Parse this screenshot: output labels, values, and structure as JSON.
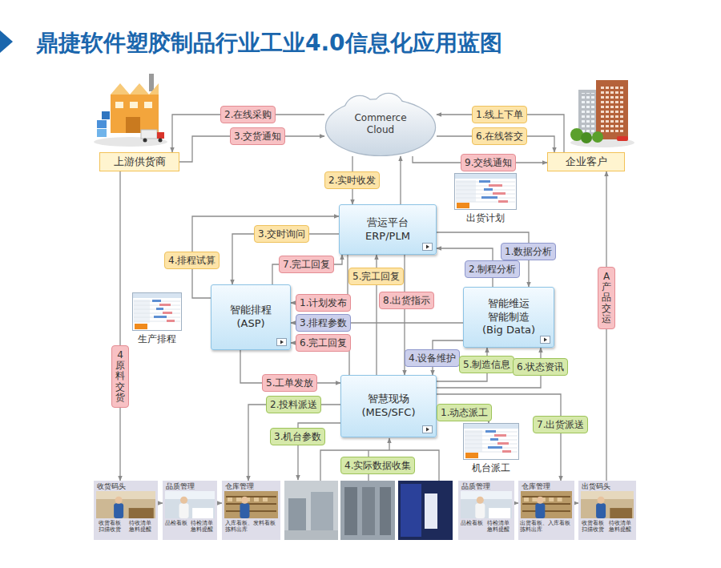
{
  "diagram": {
    "title": "鼎捷软件塑胶制品行业工业4.0信息化应用蓝图",
    "nodes": [
      {
        "text": [
          "上游供货商"
        ]
      },
      {
        "text": [
          "Commerce Cloud"
        ]
      },
      {
        "text": [
          "企业客户"
        ]
      },
      {
        "text": [
          "营运平台 ERP/PLM"
        ]
      },
      {
        "text": [
          "出货计划"
        ]
      },
      {
        "text": [
          "智能排程 (ASP)"
        ]
      },
      {
        "text": [
          "生产排程"
        ]
      },
      {
        "text": [
          "智能维运 智能制造 (Big Data)"
        ]
      },
      {
        "text": [
          "智慧现场 (MES/SFC)"
        ]
      },
      {
        "text": [
          "机台派工"
        ]
      },
      {
        "text": [
          "收货码头",
          "收货看板 扫描收货",
          "待收清单 急料提醒"
        ]
      },
      {
        "text": [
          "品质管理",
          "品检看板",
          "待检清单 急料提醒"
        ]
      },
      {
        "text": [
          "仓库管理",
          "入库看板、发料看板 拣料出库"
        ]
      },
      {
        "text": [
          "品质管理",
          "品检看板",
          "待检清单 急料提醒"
        ]
      },
      {
        "text": [
          "仓库管理",
          "出货看板、入库看板 拣料出库"
        ]
      },
      {
        "text": [
          "出货码头",
          "收货看板 扫描收货",
          "待收清单 急料提醒"
        ]
      }
    ],
    "edges": [
      {
        "from": 2,
        "to": 1,
        "arrow": "to",
        "label": "1.线上下单"
      },
      {
        "from": 1,
        "to": 0,
        "arrow": "to",
        "label": "2.在线采购"
      },
      {
        "from": 0,
        "to": 1,
        "arrow": "to",
        "label": "3.交货通知"
      },
      {
        "from": 1,
        "to": 2,
        "arrow": "to",
        "label": "6.在线答交"
      },
      {
        "from": 1,
        "to": 2,
        "arrow": "to",
        "label": "9.交线通知"
      },
      {
        "from": 1,
        "to": 3,
        "arrow": "to",
        "label": "2.实时收发"
      },
      {
        "from": 3,
        "to": 1,
        "arrow": "to"
      },
      {
        "from": 3,
        "to": 5,
        "arrow": "to",
        "label": "3.交时询问"
      },
      {
        "from": 5,
        "to": 3,
        "arrow": "to",
        "label": "4.排程试算"
      },
      {
        "from": 5,
        "to": 3,
        "arrow": "to",
        "label": "7.完工回复"
      },
      {
        "from": 8,
        "to": 3,
        "arrow": "to",
        "label": "5.完工回复"
      },
      {
        "from": 3,
        "to": 8,
        "arrow": "to",
        "label": "8.出货指示"
      },
      {
        "from": 3,
        "to": 5,
        "arrow": "to",
        "label": "1.计划发布"
      },
      {
        "from": 7,
        "to": 5,
        "arrow": "to",
        "label": "3.排程参数"
      },
      {
        "from": 8,
        "to": 5,
        "arrow": "to",
        "label": "6.完工回复"
      },
      {
        "from": 3,
        "to": 7,
        "arrow": "to",
        "label": "1.数据分析"
      },
      {
        "from": 7,
        "to": 3,
        "arrow": "to",
        "label": "2.制程分析"
      },
      {
        "from": 7,
        "to": 8,
        "arrow": "to",
        "label": "4.设备维护"
      },
      {
        "from": 8,
        "to": 7,
        "arrow": "to",
        "label": "5.制造信息"
      },
      {
        "from": 8,
        "to": 7,
        "arrow": "to",
        "label": "6.状态资讯"
      },
      {
        "from": 5,
        "to": 8,
        "arrow": "to",
        "label": "5.工单发放"
      },
      {
        "from": 8,
        "to": 12,
        "arrow": "to",
        "label": "2.投料派送"
      },
      {
        "from": 8,
        "to": 9,
        "arrow": "to",
        "label": "1.动态派工"
      },
      {
        "from": 8,
        "to": 14,
        "arrow": "to",
        "label": "7.出货派送"
      },
      {
        "from": 0,
        "to": 10,
        "arrow": "to",
        "label": "4原料交货"
      },
      {
        "from": 15,
        "to": 2,
        "arrow": "to",
        "label": "A产品交运"
      },
      {
        "from": 10,
        "to": 11,
        "arrow": "to"
      },
      {
        "from": 11,
        "to": 12,
        "arrow": "to"
      },
      {
        "from": 13,
        "to": 14,
        "arrow": "to"
      },
      {
        "from": 14,
        "to": 15,
        "arrow": "to"
      }
    ],
    "labels": [
      "3.机台参数",
      "4.实际数据收集"
    ]
  }
}
